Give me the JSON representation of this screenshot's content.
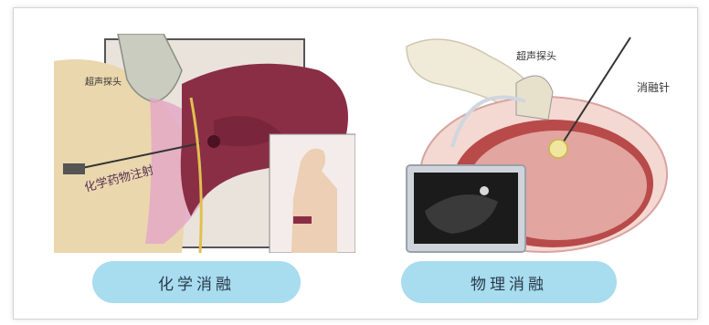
{
  "left_panel": {
    "probe_label": "超声探头",
    "injection_label": "化学药物注射",
    "caption": "化学消融"
  },
  "right_panel": {
    "probe_label": "超声探头",
    "needle_label": "消融针",
    "caption": "物理消融"
  },
  "colors": {
    "caption_pill": "#a8dcef",
    "liver": "#8a2e45",
    "skin": "#e8d8b8"
  }
}
